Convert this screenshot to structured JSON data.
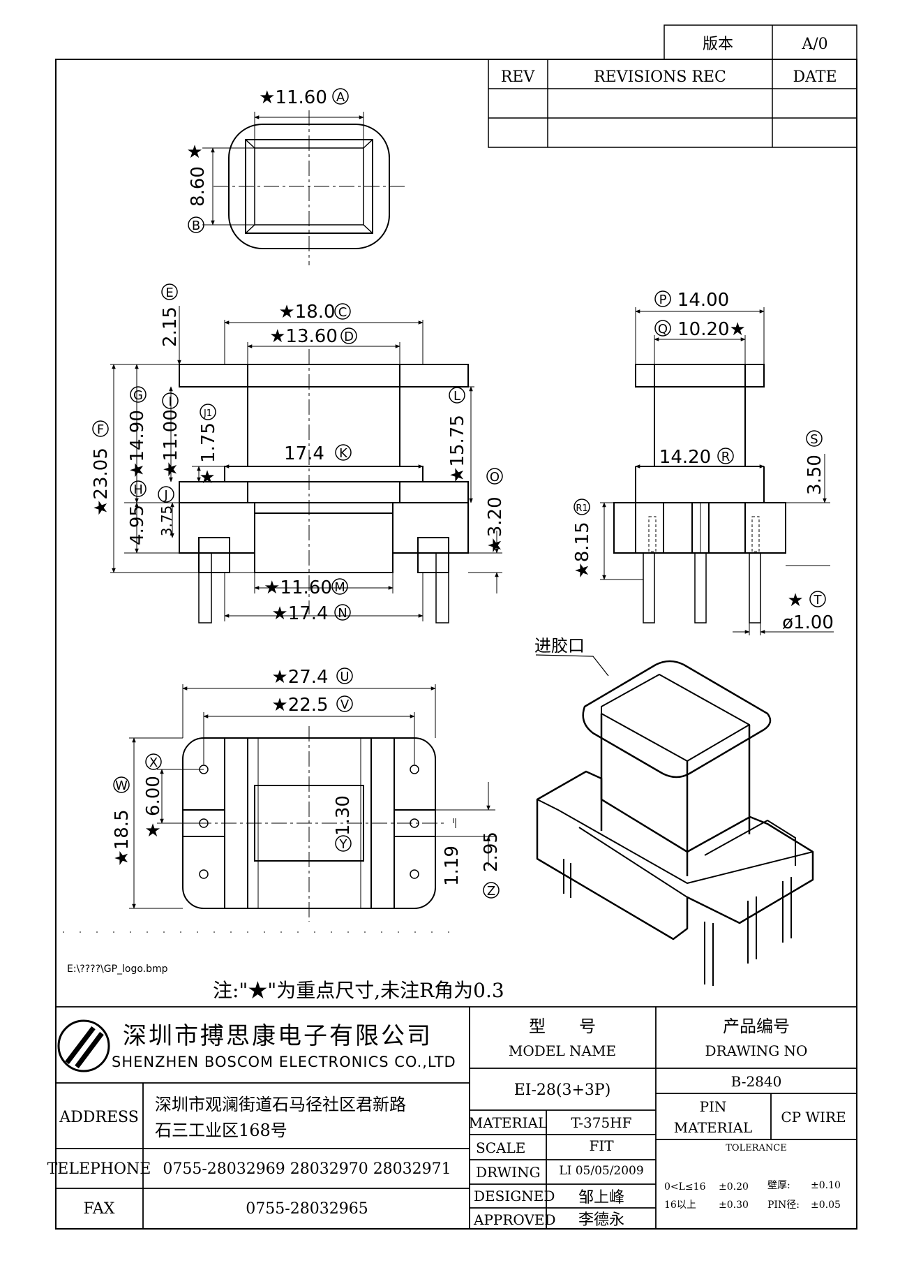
{
  "revision_block": {
    "version_label": "版本",
    "version_value": "A/0",
    "rev_header": "REV",
    "revisions_header": "REVISIONS REC",
    "date_header": "DATE"
  },
  "top_view": {
    "width_dim": "★11.60",
    "width_mark": "A",
    "height_dim": "8.60",
    "height_mark": "B"
  },
  "front_view": {
    "top_flange_dim": "★18.0",
    "top_flange_mark": "C",
    "inner_dim": "★13.60",
    "inner_mark": "D",
    "e_dim": "2.15",
    "e_mark": "E",
    "f_dim": "★23.05",
    "f_mark": "F",
    "g_dim": "★14.90",
    "g_mark": "G",
    "i_dim": "★11.00",
    "i_mark": "I",
    "j1_dim": "1.75",
    "j1_mark": "J1",
    "h_dim": "4.95",
    "h_mark": "H",
    "j_dim": "3.75",
    "j_mark": "J",
    "k_dim": "17.4",
    "k_mark": "K",
    "l_dim": "★15.75",
    "l_mark": "L",
    "o_dim": "★3.20",
    "o_mark": "O",
    "m_dim": "★11.60",
    "m_mark": "M",
    "n_dim": "★17.4",
    "n_mark": "N"
  },
  "side_view": {
    "p_dim": "14.00",
    "p_mark": "P",
    "q_dim": "10.20★",
    "q_mark": "Q",
    "r_dim": "14.20",
    "r_mark": "R",
    "s_dim": "3.50",
    "s_mark": "S",
    "r1_dim": "★8.15",
    "r1_mark": "R1",
    "t_mark": "T",
    "t_star": "★",
    "pin_dim": "ø1.00"
  },
  "bottom_view": {
    "u_dim": "★27.4",
    "u_mark": "U",
    "v_dim": "★22.5",
    "v_mark": "V",
    "w_dim": "★18.5",
    "w_mark": "W",
    "x_dim": "6.00",
    "x_star": "★",
    "x_mark": "X",
    "y_dim": "1.30",
    "y_mark": "Y",
    "z_dim1": "1.19",
    "z_dim2": "2.95",
    "z_mark": "Z"
  },
  "iso_view": {
    "gate_label": "进胶口"
  },
  "logo_path": "E:\\????\\GP_logo.bmp",
  "note": "注:\"★\"为重点尺寸,未注R角为0.3",
  "title_block": {
    "company_cn": "深圳市搏思康电子有限公司",
    "company_en": "SHENZHEN BOSCOM ELECTRONICS CO.,LTD",
    "address_label": "ADDRESS",
    "address_line1": "深圳市观澜街道石马径社区君新路",
    "address_line2": "石三工业区168号",
    "telephone_label": "TELEPHONE",
    "telephone_value": "0755-28032969 28032970 28032971",
    "fax_label": "FAX",
    "fax_value": "0755-28032965",
    "model_label_cn": "型　　号",
    "model_label_en": "MODEL NAME",
    "model_value": "EI-28(3+3P)",
    "drawing_label_cn": "产品编号",
    "drawing_label_en": "DRAWING NO",
    "drawing_value": "B-2840",
    "material_label": "MATERIAL",
    "material_value": "T-375HF",
    "pin_label_1": "PIN",
    "pin_label_2": "MATERIAL",
    "pin_value": "CP WIRE",
    "scale_label": "SCALE",
    "scale_value": "FIT",
    "tolerance_label": "TOLERANCE",
    "drwing_label": "DRWING",
    "drwing_value": "LI 05/05/2009",
    "designed_label": "DESIGNED",
    "designed_value": "邹上峰",
    "approved_label": "APPROVED",
    "approved_value": "李德永",
    "tol_line1_range": "0<L≤16",
    "tol_line1_val": "±0.20",
    "tol_line1_k": "壁厚:",
    "tol_line1_kv": "±0.10",
    "tol_line2_range": "16以上",
    "tol_line2_val": "±0.30",
    "tol_line2_k": "PIN径:",
    "tol_line2_kv": "±0.05"
  }
}
